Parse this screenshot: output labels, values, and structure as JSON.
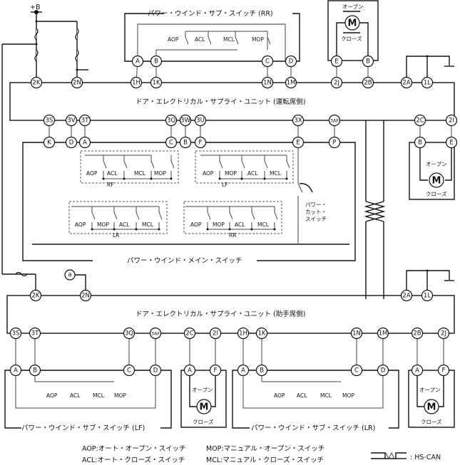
{
  "title_supply": "+B",
  "junction_a": "a",
  "units": {
    "driver": "ドア・エレクトリカル・サプライ・ユニット (運転席側)",
    "passenger": "ドア・エレクトリカル・サプライ・ユニット (助手席側)"
  },
  "switches": {
    "rr_sub": "パワー・ウインド・サブ・スイッチ (RR)",
    "main": "パワー・ウインド・メイン・スイッチ",
    "lf_sub": "パワー・ウインド・サブ・スイッチ (LF)",
    "lr_sub": "パワー・ウインド・サブ・スイッチ (LR)",
    "power_cut": [
      "パワー・",
      "カット・",
      "スイッチ"
    ]
  },
  "groups": {
    "rf": "RF",
    "lf": "LF",
    "lr": "LR",
    "rr": "RR"
  },
  "switch_labels": {
    "aop": "AOP",
    "acl": "ACL",
    "mcl": "MCL",
    "mop": "MOP"
  },
  "motor": {
    "label": "M",
    "open": "オープン",
    "close": "クローズ"
  },
  "connectors": {
    "driver_top": [
      "2K",
      "2N",
      "1H",
      "1K",
      "1N",
      "1M",
      "2J",
      "2B",
      "2A",
      "1L"
    ],
    "driver_bottom": [
      "3S",
      "3V",
      "3T",
      "3Q",
      "3W",
      "3U",
      "3X",
      "3AF",
      "2C",
      "2I"
    ],
    "main_switch": [
      "K",
      "D",
      "A",
      "C",
      "B",
      "F",
      "E",
      "P"
    ],
    "rr_sub": [
      "A",
      "B",
      "C",
      "D"
    ],
    "rr_motor": [
      "E",
      "B"
    ],
    "rf_motor": [
      "B",
      "E"
    ],
    "passenger_top": [
      "2K",
      "2N",
      "2A",
      "1L"
    ],
    "passenger_bottom": [
      "3S",
      "3T",
      "3Q",
      "3AF",
      "2C",
      "2I",
      "1H",
      "1K",
      "1N",
      "1M",
      "2B",
      "2J"
    ],
    "lf_sub": [
      "A",
      "B",
      "C",
      "D"
    ],
    "lf_motor": [
      "A",
      "F"
    ],
    "lr_sub": [
      "A",
      "B",
      "C",
      "D"
    ],
    "lr_motor": [
      "A",
      "F"
    ]
  },
  "legend": {
    "items": [
      {
        "abbr": "AOP",
        "desc": ":オート・オープン・スイッチ"
      },
      {
        "abbr": "ACL",
        "desc": ":オート・クローズ・スイッチ"
      },
      {
        "abbr": "MOP",
        "desc": ":マニュアル・オープン・スイッチ"
      },
      {
        "abbr": "MCL",
        "desc": ":マニュアル・クローズ・スイッチ"
      }
    ],
    "hs_can": ": HS-CAN"
  }
}
